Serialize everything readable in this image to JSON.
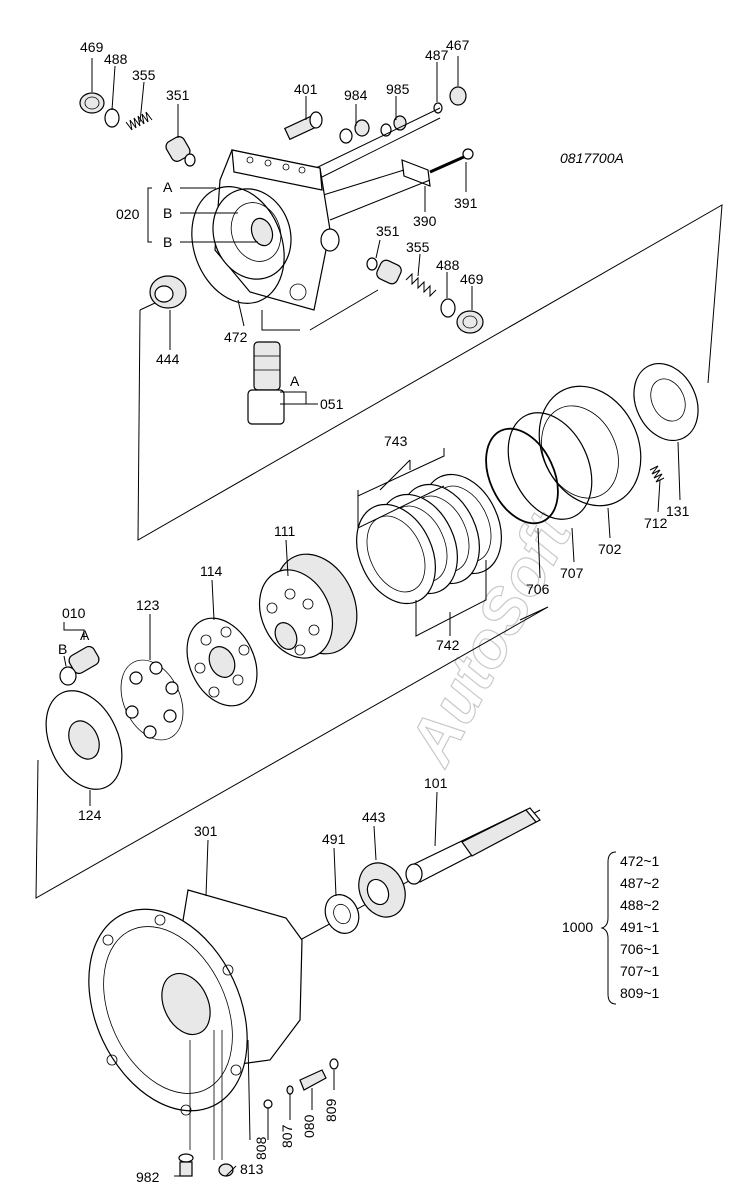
{
  "drawing_number": "0817700A",
  "watermark": "AutoSoft",
  "labels": {
    "p469a": "469",
    "p488a": "488",
    "p355a": "355",
    "p351a": "351",
    "p401": "401",
    "p984": "984",
    "p985": "985",
    "p487": "487",
    "p467": "467",
    "pA1": "A",
    "p020": "020",
    "pB1": "B",
    "pB2": "B",
    "p390": "390",
    "p391": "391",
    "p351b": "351",
    "p355b": "355",
    "p488b": "488",
    "p469b": "469",
    "p444": "444",
    "p472": "472",
    "pA2": "A",
    "p051": "051",
    "p743": "743",
    "p111": "111",
    "p114": "114",
    "p131": "131",
    "p712": "712",
    "p702": "702",
    "p707": "707",
    "p706": "706",
    "p742": "742",
    "p010": "010",
    "pB3": "B",
    "pA3": "A",
    "p123": "123",
    "p124": "124",
    "p101": "101",
    "p301": "301",
    "p491": "491",
    "p443": "443",
    "p808": "808",
    "p807": "807",
    "p080": "080",
    "p809": "809",
    "p982": "982",
    "p813": "813"
  },
  "kit": {
    "number": "1000",
    "items": [
      "472~1",
      "487~2",
      "488~2",
      "491~1",
      "706~1",
      "707~1",
      "809~1"
    ]
  }
}
